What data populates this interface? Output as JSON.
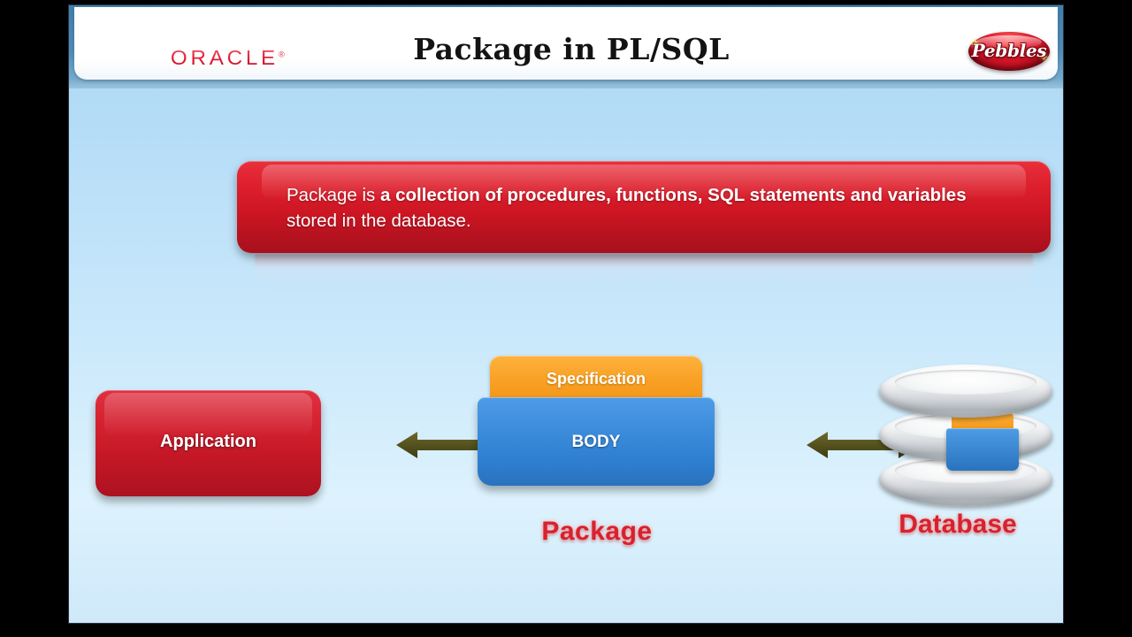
{
  "header": {
    "brand": "ORACLE",
    "brand_mark": "®",
    "title": "Package in PL/SQL",
    "channel_logo": "Pebbles"
  },
  "banner": {
    "lead": "Package is ",
    "bold": "a collection of procedures, functions, SQL statements and variables",
    "tail": " stored in the database."
  },
  "diagram": {
    "application": {
      "label": "Application"
    },
    "arrow_left": {
      "name": "double-headed-arrow"
    },
    "arrow_right": {
      "name": "double-headed-arrow"
    },
    "package": {
      "specification": "Specification",
      "body": "BODY",
      "caption": "Package"
    },
    "database": {
      "caption": "Database"
    }
  },
  "colors": {
    "accent_red": "#cc1523",
    "spec_orange": "#f9a227",
    "body_blue": "#3d8ddd",
    "header_blue": "#4f8cb8",
    "canvas_blue": "#cbe9fb",
    "arrow_olive": "#5d5a22",
    "caption_red": "#d7222e"
  }
}
